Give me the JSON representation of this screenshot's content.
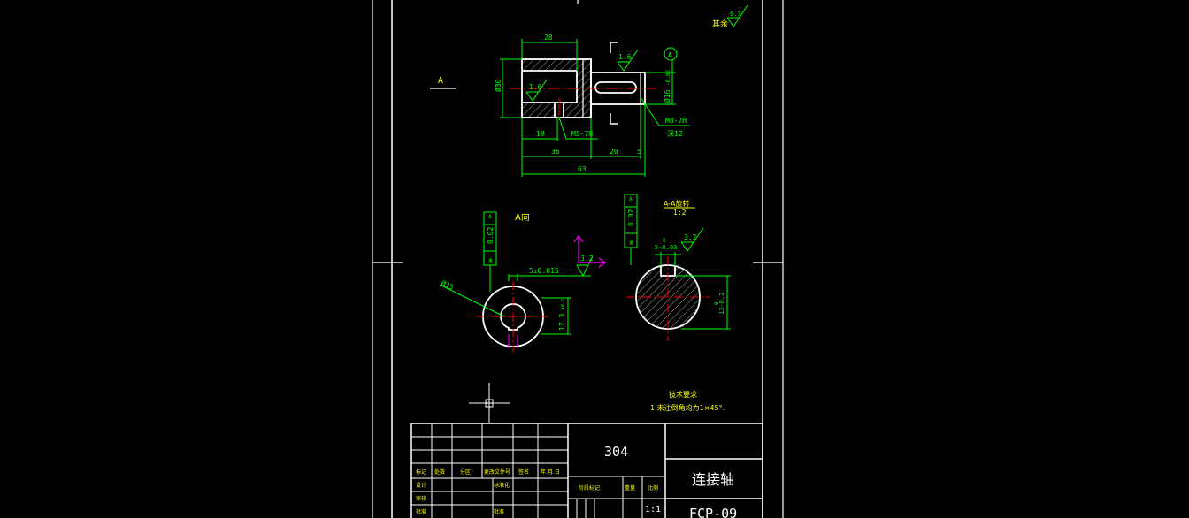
{
  "colors": {
    "background": "#000000",
    "frame": "#ffffff",
    "dimension": "#00ff00",
    "centerline": "#ff0000",
    "hatch": "#b0b0b0",
    "annotation": "#ffff00",
    "ucs": "#ff00ff"
  },
  "drawing": {
    "roughness_other": "其余",
    "roughness_other_value": "6.3",
    "section_marker": "A",
    "view_a_label": "A向",
    "section_label": "A-A旋转",
    "section_scale": "1:2",
    "tech_title": "技术要求",
    "tech_note": "1.未注倒角均为1×45°."
  },
  "dims": {
    "d28": "28",
    "phi30": "Ø30",
    "r16": "1.6",
    "r16b": "1.6",
    "d19": "19",
    "d36": "36",
    "d20": "20",
    "d5": "5",
    "d63": "63",
    "m5": "M5-7H",
    "m8": "M8-7H",
    "depth": "深12",
    "phi16": "Ø16",
    "phi16_tol": "-0.02",
    "datum": "A",
    "tol002a": "0.02",
    "tol002b": "0.02",
    "sym": "≡",
    "key5": "5±0.015",
    "r32a": "3.2",
    "r32b": "3.2",
    "phi5": "Ø15",
    "h173": "17.3",
    "h173_tol": "+0.2",
    "key5b": "5-0.03",
    "h13": "13-0.2",
    "zero": "0"
  },
  "title_block": {
    "material": "304",
    "part_name": "连接轴",
    "drawing_no": "FCP-09",
    "scale": "1:1",
    "col_mark": "标记",
    "col_count": "处数",
    "col_zone": "分区",
    "col_change": "更改文件号",
    "col_sign": "签名",
    "col_date": "年.月.日",
    "row_design": "设计",
    "row_std": "标准化",
    "row_check": "审核",
    "row_approve": "批准",
    "stage": "阶段标记",
    "weight": "重量",
    "ratio": "比例"
  }
}
